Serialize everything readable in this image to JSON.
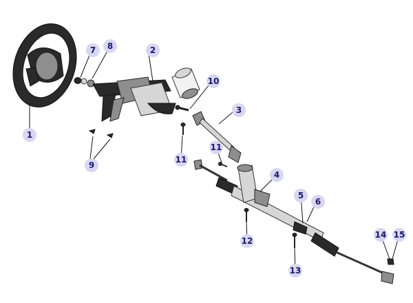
{
  "diagram": {
    "type": "exploded-parts-view",
    "callouts": [
      {
        "id": "1",
        "label": "1"
      },
      {
        "id": "2",
        "label": "2"
      },
      {
        "id": "3",
        "label": "3"
      },
      {
        "id": "4",
        "label": "4"
      },
      {
        "id": "5",
        "label": "5"
      },
      {
        "id": "6",
        "label": "6"
      },
      {
        "id": "7",
        "label": "7"
      },
      {
        "id": "8",
        "label": "8"
      },
      {
        "id": "9",
        "label": "9"
      },
      {
        "id": "10",
        "label": "10"
      },
      {
        "id": "11a",
        "label": "11"
      },
      {
        "id": "11b",
        "label": "11"
      },
      {
        "id": "12",
        "label": "12"
      },
      {
        "id": "13",
        "label": "13"
      },
      {
        "id": "14",
        "label": "14"
      },
      {
        "id": "15",
        "label": "15"
      }
    ]
  }
}
